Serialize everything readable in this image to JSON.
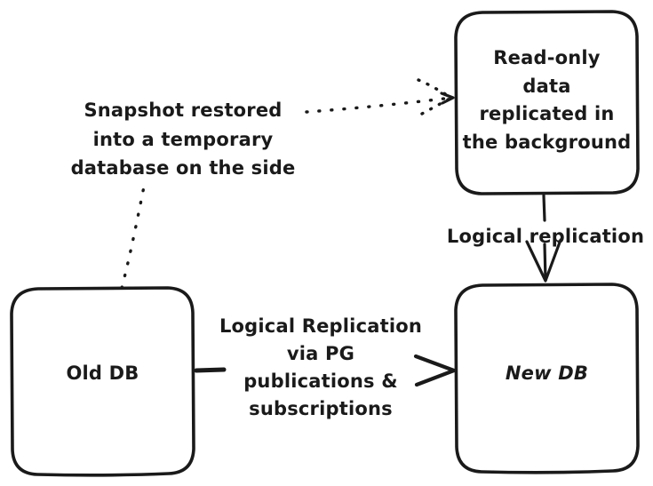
{
  "diagram": {
    "title": "Postgres migration via logical replication",
    "background_color": "#ffffff",
    "stroke_color": "#1a1a1a",
    "nodes": [
      {
        "id": "readonly-replica",
        "label": "Read-only\ndata\nreplicated in\nthe background",
        "shape": "rounded-rectangle"
      },
      {
        "id": "old-db",
        "label": "Old DB",
        "shape": "rounded-rectangle"
      },
      {
        "id": "new-db",
        "label": "New DB",
        "shape": "rounded-rectangle"
      }
    ],
    "edges": [
      {
        "id": "snapshot-edge",
        "from": "old-db",
        "to": "readonly-replica",
        "style": "dotted",
        "arrowhead": "dotted-arrow",
        "label": "Snapshot restored\ninto a temporary\ndatabase on the side"
      },
      {
        "id": "logical-replication-edge",
        "from": "readonly-replica",
        "to": "new-db",
        "style": "solid",
        "arrowhead": "open-v",
        "label": "Logical replication"
      },
      {
        "id": "logical-replication-pg-edge",
        "from": "old-db",
        "to": "new-db",
        "style": "solid",
        "arrowhead": "chevron",
        "label": "Logical Replication\nvia PG\npublications &\nsubscriptions"
      }
    ]
  }
}
